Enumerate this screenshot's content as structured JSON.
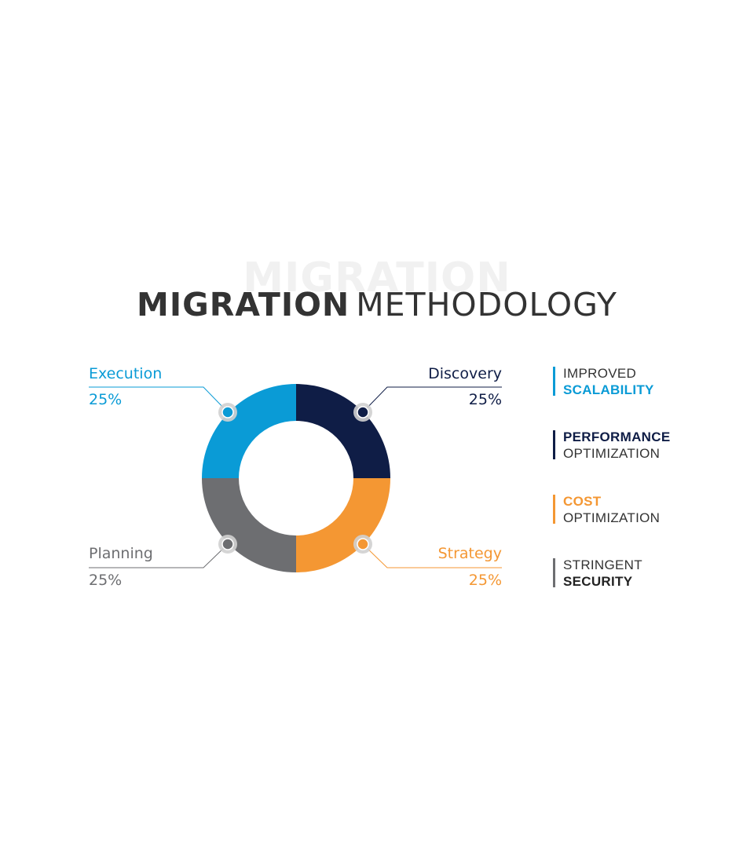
{
  "header": {
    "watermark": "MIGRATION",
    "title_bold": "MIGRATION",
    "title_light": "METHODOLOGY"
  },
  "colors": {
    "execution": "#0a9bd6",
    "discovery": "#0f1d46",
    "strategy": "#f49733",
    "planning": "#6d6e71",
    "text_dark": "#333333",
    "marker_ring": "#d0d0d0"
  },
  "segments": [
    {
      "label": "Execution",
      "value": "25%"
    },
    {
      "label": "Discovery",
      "value": "25%"
    },
    {
      "label": "Strategy",
      "value": "25%"
    },
    {
      "label": "Planning",
      "value": "25%"
    }
  ],
  "benefits": [
    {
      "line1": "IMPROVED",
      "line2": "SCALABILITY"
    },
    {
      "line1": "PERFORMANCE",
      "line2": "OPTIMIZATION"
    },
    {
      "line1": "COST",
      "line2": "OPTIMIZATION"
    },
    {
      "line1": "STRINGENT",
      "line2": "SECURITY"
    }
  ],
  "chart_data": {
    "type": "pie",
    "subtype": "donut",
    "title": "MIGRATION METHODOLOGY",
    "categories": [
      "Discovery",
      "Strategy",
      "Planning",
      "Execution"
    ],
    "values": [
      25,
      25,
      25,
      25
    ],
    "unit": "%",
    "colors": [
      "#0f1d46",
      "#f49733",
      "#6d6e71",
      "#0a9bd6"
    ],
    "legend": [
      "IMPROVED SCALABILITY",
      "PERFORMANCE OPTIMIZATION",
      "COST OPTIMIZATION",
      "STRINGENT SECURITY"
    ],
    "legend_position": "right"
  }
}
